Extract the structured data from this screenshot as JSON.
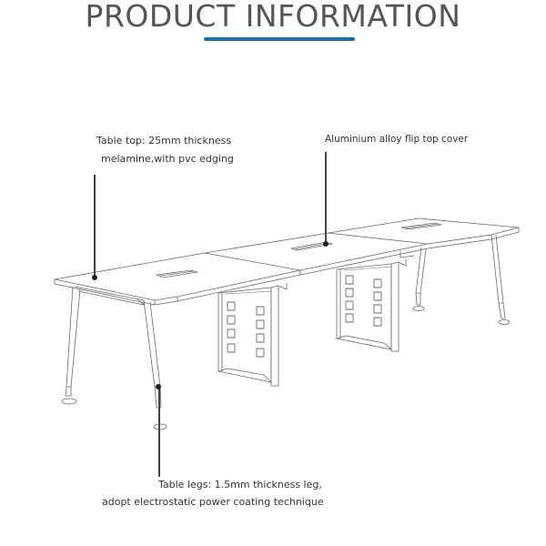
{
  "header": {
    "title": "PRODUCT INFORMATION",
    "accent_color": "#1a6fae"
  },
  "callouts": [
    {
      "id": "table-top",
      "lines": [
        "Table top: 25mm thickness",
        "melamine,with pvc edging"
      ]
    },
    {
      "id": "flip-top-cover",
      "lines": [
        "Aluminium alloy flip top cover"
      ]
    },
    {
      "id": "table-legs",
      "lines": [
        "Table legs: 1.5mm thickness leg,",
        "adopt electrostatic power coating technique"
      ]
    }
  ],
  "drawing": {
    "subject": "three-section conference table",
    "line_color": "#6a6a6a",
    "leader_color": "#444444"
  }
}
